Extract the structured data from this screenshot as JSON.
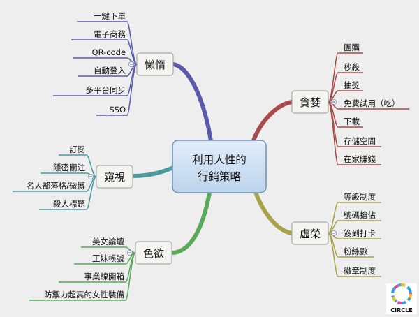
{
  "center": {
    "lines": [
      "利用人性的",
      "行銷策略"
    ]
  },
  "branches": [
    {
      "key": "lazy",
      "label": "懶惰",
      "items": [
        "一鍵下單",
        "電子商務",
        "QR-code",
        "自動登入",
        "多平台同步",
        "SSO"
      ]
    },
    {
      "key": "peek",
      "label": "窺視",
      "items": [
        "訂閱",
        "隱密關注",
        "名人部落格/微博",
        "殺人標題"
      ]
    },
    {
      "key": "lust",
      "label": "色欲",
      "items": [
        "美女論壇",
        "正妹帳號",
        "事業線開箱",
        "防禦力超高的女性裝備"
      ]
    },
    {
      "key": "greed",
      "label": "貪婪",
      "items": [
        "團購",
        "秒殺",
        "抽獎",
        "免費試用（吃）",
        "下載",
        "存儲空間",
        "在家賺錢"
      ]
    },
    {
      "key": "vanity",
      "label": "虛榮",
      "items": [
        "等級制度",
        "號碼搶佔",
        "簽到打卡",
        "粉絲數",
        "徽章制度"
      ]
    }
  ],
  "logo": {
    "text": "CIRCLE"
  },
  "colors": {
    "lazy": "#5a5aa8",
    "peek": "#4a9a9e",
    "lust": "#5aa85a",
    "greed": "#a84a4a",
    "vanity": "#a8a24a",
    "center_fill_top": "#e2eefa",
    "center_fill_bottom": "#bcd3ec"
  }
}
